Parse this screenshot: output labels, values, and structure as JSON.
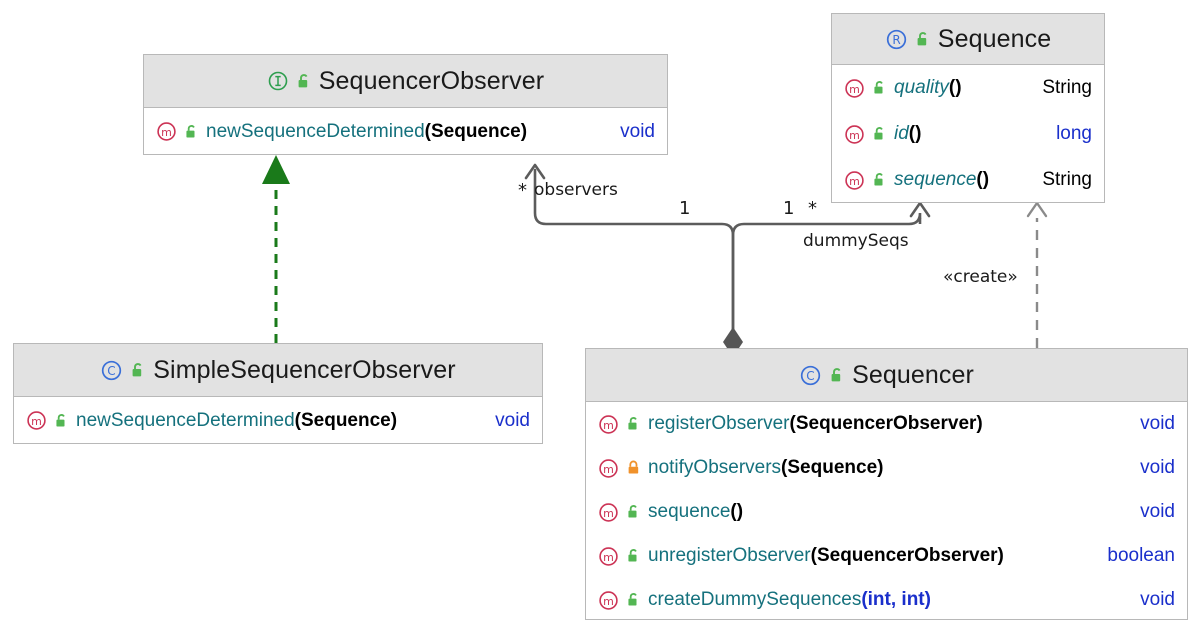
{
  "diagram": {
    "type": "uml-class-diagram",
    "title": "Sequencer Observer UML class diagram",
    "colors": {
      "header_fill": "#e2e2e2",
      "box_border": "#b8b8b8",
      "box_fill": "#ffffff",
      "method_name": "#15717d",
      "primitive_type": "#1a2fcb",
      "return_type": "#1a2fcb",
      "method_icon": "#cc3355",
      "public_lock": "#53b653",
      "protected_lock": "#f0922b",
      "interface_icon": "#2e9e4f",
      "class_icon": "#3a6fd8",
      "record_icon": "#3a6fd8",
      "realization_edge": "#1a7a1a",
      "association_edge": "#5c5c5c",
      "dependency_edge": "#8a8a8a"
    }
  },
  "classes": [
    {
      "id": "sequencer-observer",
      "name": "SequencerObserver",
      "kind": "interface",
      "kind_icon": "interface-icon",
      "visibility_icon": "public-unlock-icon",
      "members": [
        {
          "icon": "method-icon",
          "visibility_icon": "public-unlock-icon",
          "name": "newSequenceDetermined",
          "params": "(Sequence)",
          "param_is_primitive": false,
          "return": "void",
          "return_color": "blue",
          "italic": false
        }
      ]
    },
    {
      "id": "sequence",
      "name": "Sequence",
      "kind": "record",
      "kind_icon": "record-icon",
      "visibility_icon": "public-unlock-icon",
      "members": [
        {
          "icon": "method-icon",
          "visibility_icon": "public-unlock-icon",
          "name": "quality",
          "params": "()",
          "param_is_primitive": false,
          "return": "String",
          "return_color": "black",
          "italic": true
        },
        {
          "icon": "method-icon",
          "visibility_icon": "public-unlock-icon",
          "name": "id",
          "params": "()",
          "param_is_primitive": false,
          "return": "long",
          "return_color": "blue",
          "italic": true
        },
        {
          "icon": "method-icon",
          "visibility_icon": "public-unlock-icon",
          "name": "sequence",
          "params": "()",
          "param_is_primitive": false,
          "return": "String",
          "return_color": "black",
          "italic": true
        }
      ]
    },
    {
      "id": "simple-sequencer-observer",
      "name": "SimpleSequencerObserver",
      "kind": "class",
      "kind_icon": "class-icon",
      "visibility_icon": "public-unlock-icon",
      "members": [
        {
          "icon": "method-icon",
          "visibility_icon": "public-unlock-icon",
          "name": "newSequenceDetermined",
          "params": "(Sequence)",
          "param_is_primitive": false,
          "return": "void",
          "return_color": "blue",
          "italic": false
        }
      ]
    },
    {
      "id": "sequencer",
      "name": "Sequencer",
      "kind": "class",
      "kind_icon": "class-icon",
      "visibility_icon": "public-unlock-icon",
      "members": [
        {
          "icon": "method-icon",
          "visibility_icon": "public-unlock-icon",
          "name": "registerObserver",
          "params": "(SequencerObserver)",
          "param_is_primitive": false,
          "return": "void",
          "return_color": "blue",
          "italic": false
        },
        {
          "icon": "method-icon",
          "visibility_icon": "protected-lock-icon",
          "name": "notifyObservers",
          "params": "(Sequence)",
          "param_is_primitive": false,
          "return": "void",
          "return_color": "blue",
          "italic": false
        },
        {
          "icon": "method-icon",
          "visibility_icon": "public-unlock-icon",
          "name": "sequence",
          "params": "()",
          "param_is_primitive": false,
          "return": "void",
          "return_color": "blue",
          "italic": false
        },
        {
          "icon": "method-icon",
          "visibility_icon": "public-unlock-icon",
          "name": "unregisterObserver",
          "params": "(SequencerObserver)",
          "param_is_primitive": false,
          "return": "boolean",
          "return_color": "blue",
          "italic": false
        },
        {
          "icon": "method-icon",
          "visibility_icon": "public-unlock-icon",
          "name": "createDummySequences",
          "params": "(int, int)",
          "param_is_primitive": true,
          "return": "void",
          "return_color": "blue",
          "italic": false
        }
      ]
    }
  ],
  "edges": [
    {
      "id": "realization",
      "kind": "realization",
      "from": "SimpleSequencerObserver",
      "to": "SequencerObserver",
      "style": "dashed",
      "arrow": "filled-triangle",
      "color": "#1a7a1a",
      "labels": []
    },
    {
      "id": "observers-association",
      "kind": "association",
      "from": "Sequencer",
      "to": "SequencerObserver",
      "style": "solid",
      "arrow": "open",
      "color": "#5c5c5c",
      "source_multiplicity": "1",
      "target_multiplicity": "*",
      "role": "observers"
    },
    {
      "id": "dummyseqs-association",
      "kind": "association",
      "from": "Sequencer",
      "to": "Sequence",
      "style": "solid",
      "arrow": "open",
      "color": "#5c5c5c",
      "source_multiplicity": "1",
      "target_multiplicity": "*",
      "role": "dummySeqs"
    },
    {
      "id": "create-dependency",
      "kind": "dependency",
      "from": "Sequencer",
      "to": "Sequence",
      "style": "dashed",
      "arrow": "open",
      "color": "#8a8a8a",
      "stereotype": "«create»"
    }
  ],
  "edge_labels": {
    "observers_mult": "*",
    "observers_role": "observers",
    "left_one": "1",
    "right_one": "1",
    "dummyseqs_mult": "*",
    "dummyseqs_role": "dummySeqs",
    "create_stereotype": "«create»"
  }
}
